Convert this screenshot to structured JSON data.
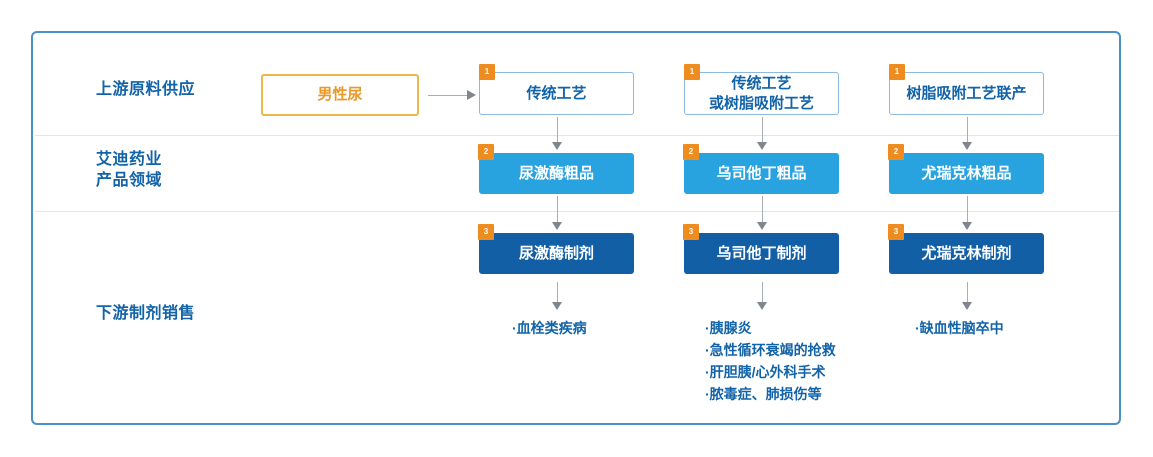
{
  "diagram": {
    "title_rows": [
      {
        "id": "upstream",
        "label": "上游原料供应"
      },
      {
        "id": "product",
        "label": "艾迪药业\n产品领域"
      },
      {
        "id": "downstream",
        "label": "下游制剂销售"
      }
    ],
    "source_box": {
      "label": "男性尿",
      "border_color": "#eab94b",
      "text_color": "#e8992a"
    },
    "columns": [
      {
        "id": "urokinase",
        "process": {
          "badge": "1",
          "label": "传统工艺"
        },
        "crude": {
          "badge": "2",
          "label": "尿激酶粗品"
        },
        "preparation": {
          "badge": "3",
          "label": "尿激酶制剂"
        },
        "indications": [
          "·血栓类疾病"
        ]
      },
      {
        "id": "ulinastatin",
        "process": {
          "badge": "1",
          "label": "传统工艺\n或树脂吸附工艺"
        },
        "crude": {
          "badge": "2",
          "label": "乌司他丁粗品"
        },
        "preparation": {
          "badge": "3",
          "label": "乌司他丁制剂"
        },
        "indications": [
          "·胰腺炎",
          "·急性循环衰竭的抢救",
          "·肝胆胰/心外科手术",
          "·脓毒症、肺损伤等"
        ]
      },
      {
        "id": "kallidinogenase",
        "process": {
          "badge": "1",
          "label": "树脂吸附工艺联产"
        },
        "crude": {
          "badge": "2",
          "label": "尤瑞克林粗品"
        },
        "preparation": {
          "badge": "3",
          "label": "尤瑞克林制剂"
        },
        "indications": [
          "·缺血性脑卒中"
        ]
      }
    ],
    "colors": {
      "frame": "#4b90c8",
      "label_blue": "#1263a8",
      "crude_blue": "#28a3e0",
      "prep_blue": "#125fa6",
      "badge_orange": "#ef8c20",
      "divider": "#e2e5e8",
      "arrow": "#7f868d"
    }
  }
}
